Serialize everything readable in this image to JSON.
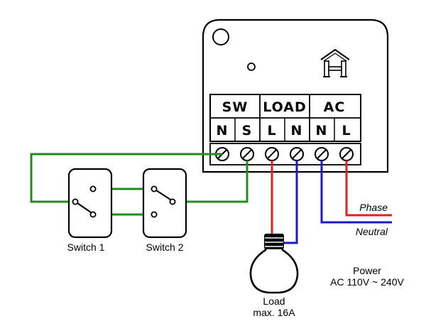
{
  "module": {
    "groups": [
      {
        "label": "SW",
        "terminals": [
          "N",
          "S"
        ]
      },
      {
        "label": "LOAD",
        "terminals": [
          "L",
          "N"
        ]
      },
      {
        "label": "AC",
        "terminals": [
          "N",
          "L"
        ]
      }
    ],
    "logo_icon": "house-h-logo-icon"
  },
  "switches": [
    {
      "label": "Switch 1"
    },
    {
      "label": "Switch 2"
    }
  ],
  "load": {
    "line1": "Load",
    "line2": "max. 16A"
  },
  "power": {
    "line1": "Power",
    "line2": "AC 110V ~ 240V"
  },
  "wires": {
    "phase": {
      "label": "Phase",
      "color": "#e02020"
    },
    "neutral": {
      "label": "Neutral",
      "color": "#1a1ad0"
    },
    "switch_color": "#1e8c1e"
  }
}
